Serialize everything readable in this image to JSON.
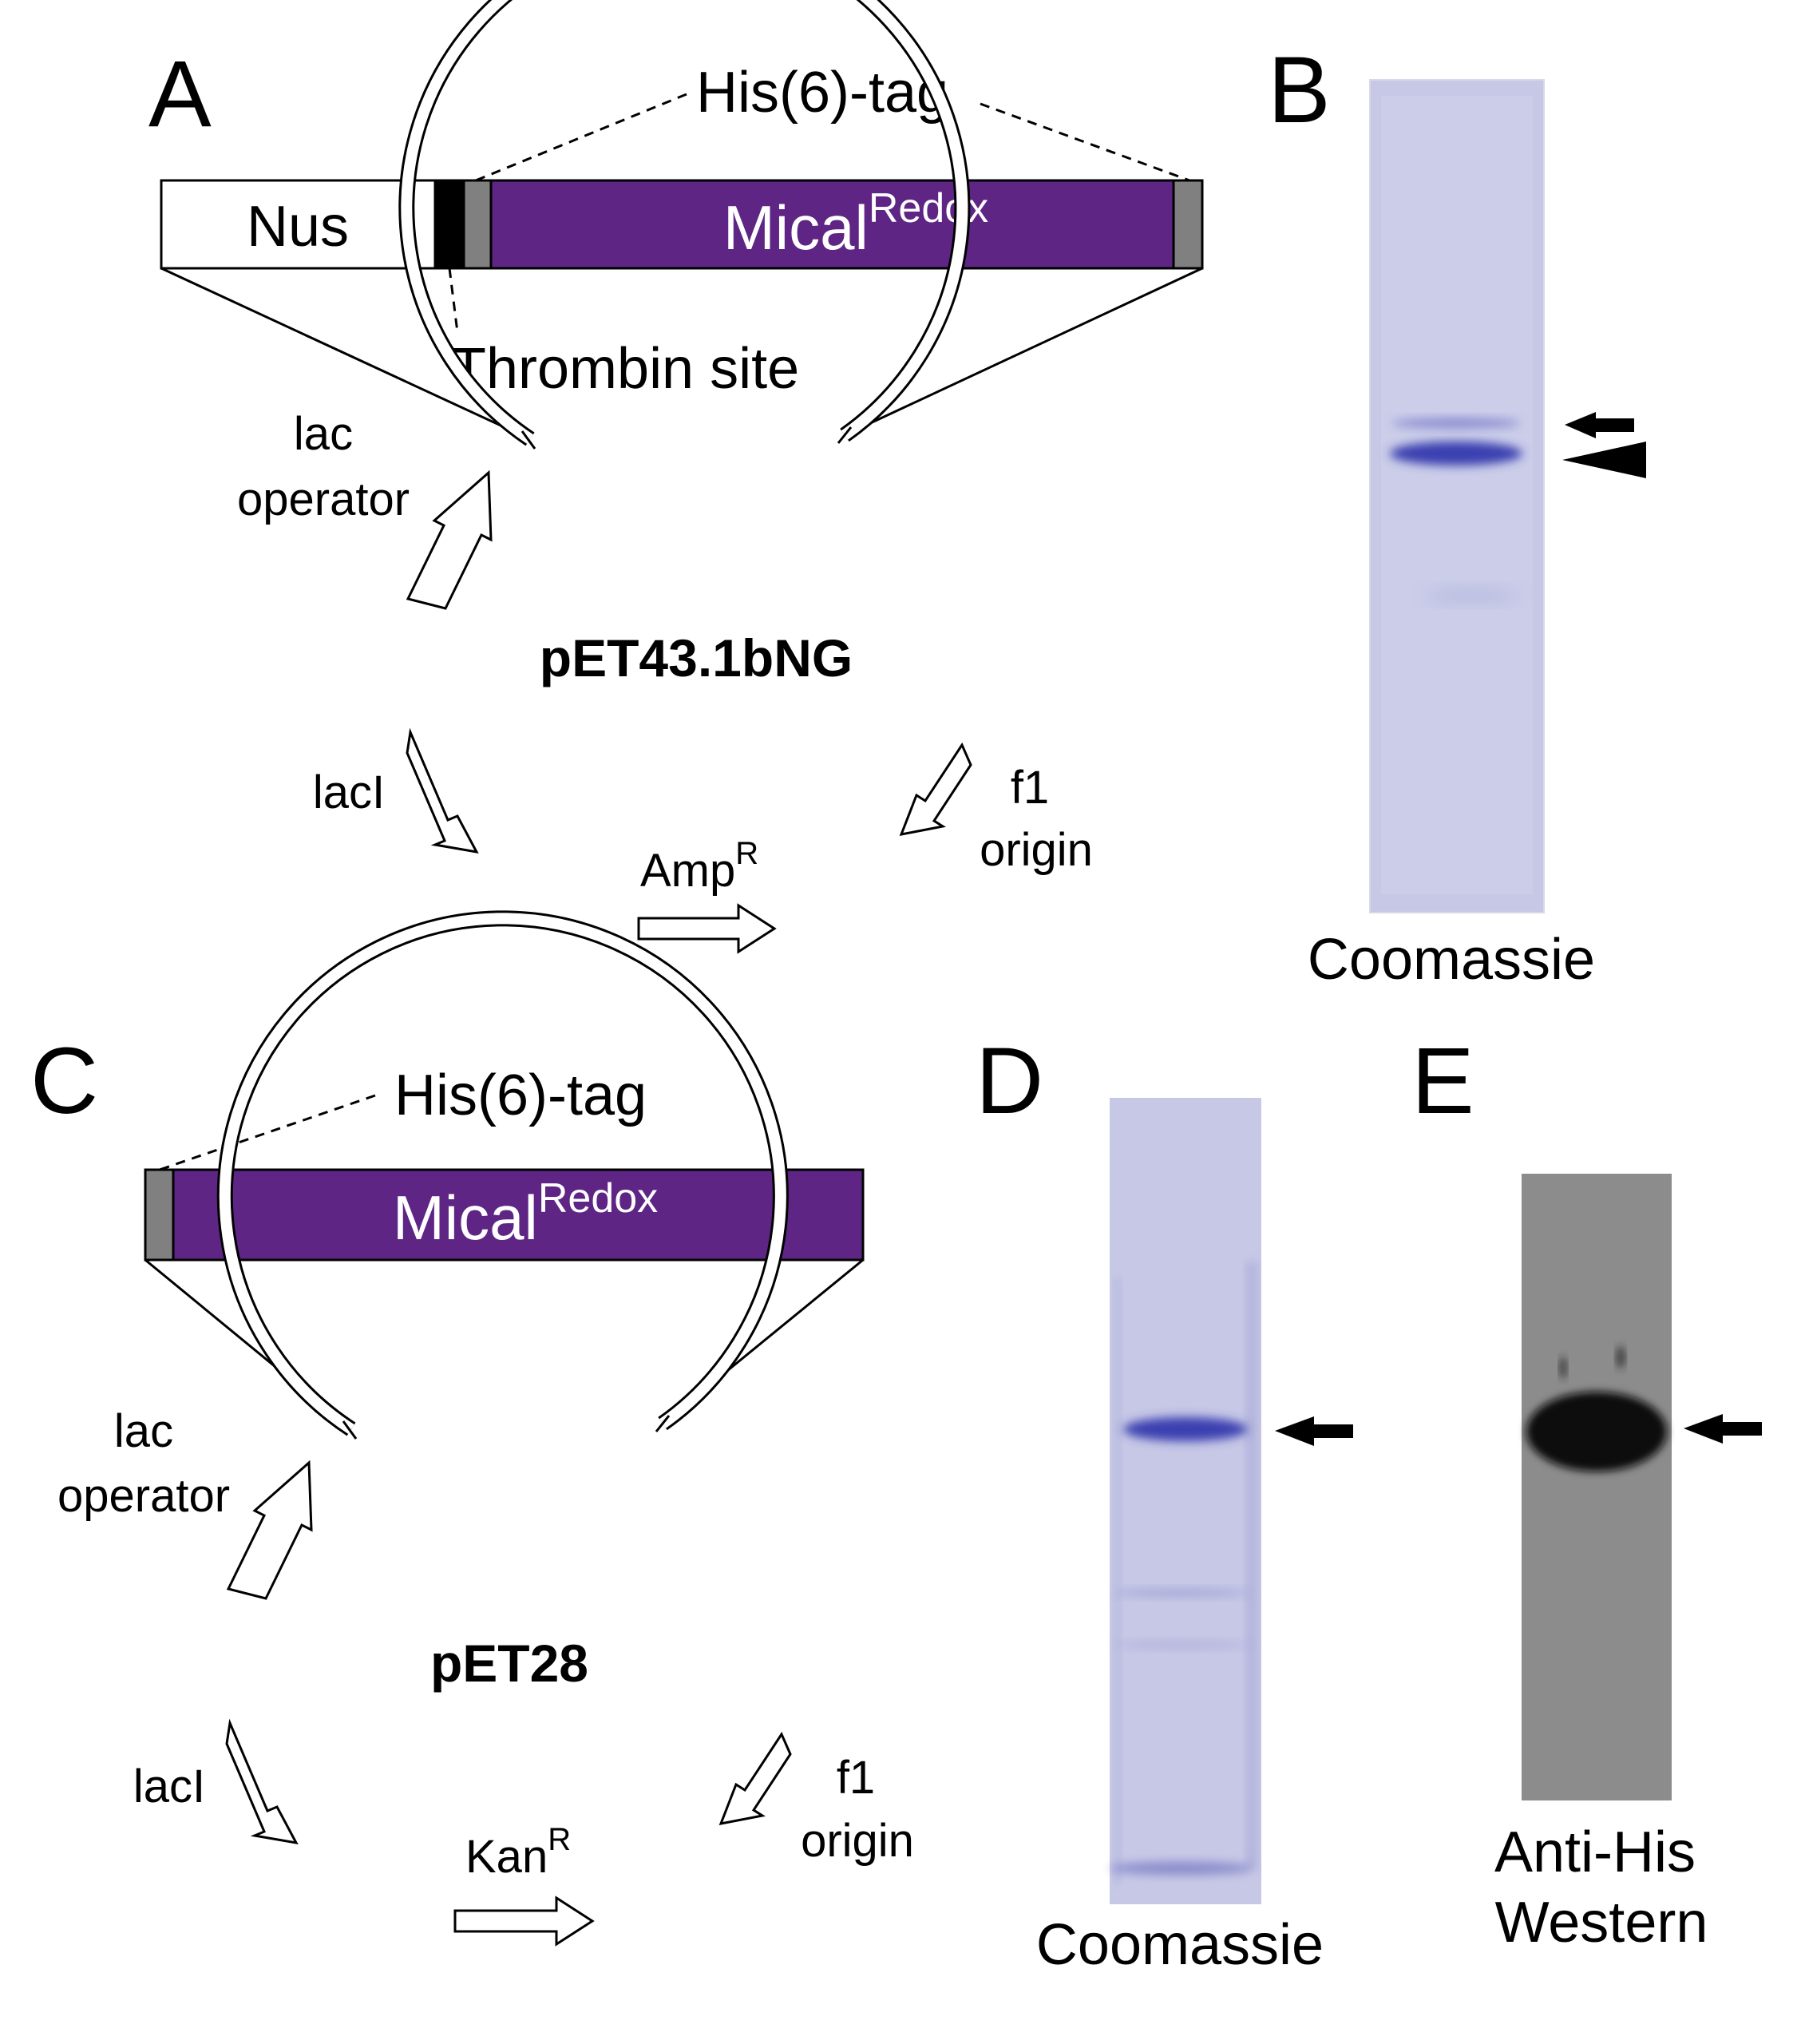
{
  "panels": {
    "A": {
      "letter": "A",
      "his_tag": "His(6)-tag",
      "nus": "Nus",
      "mical_main": "Mical",
      "mical_sup": "Redox",
      "thrombin": "Thrombin site",
      "plasmid": "pET43.1bNG",
      "lac_operator_1": "lac",
      "lac_operator_2": "operator",
      "laci": "lacI",
      "resistance_main": "Amp",
      "resistance_sup": "R",
      "f1_1": "f1",
      "f1_2": "origin"
    },
    "B": {
      "letter": "B",
      "caption": "Coomassie"
    },
    "C": {
      "letter": "C",
      "his_tag": "His(6)-tag",
      "mical_main": "Mical",
      "mical_sup": "Redox",
      "plasmid": "pET28",
      "lac_operator_1": "lac",
      "lac_operator_2": "operator",
      "laci": "lacI",
      "resistance_main": "Kan",
      "resistance_sup": "R",
      "f1_1": "f1",
      "f1_2": "origin"
    },
    "D": {
      "letter": "D",
      "caption": "Coomassie"
    },
    "E": {
      "letter": "E",
      "caption_1": "Anti-His",
      "caption_2": "Western"
    }
  },
  "colors": {
    "mical": "#5e2585",
    "tag": "#808080",
    "thrombin": "#000000",
    "coomassie_lane": "#c7c8e6",
    "coomassie_band": "#3b3fb0",
    "western_lane": "#8b8c8b",
    "western_band": "#111111"
  }
}
